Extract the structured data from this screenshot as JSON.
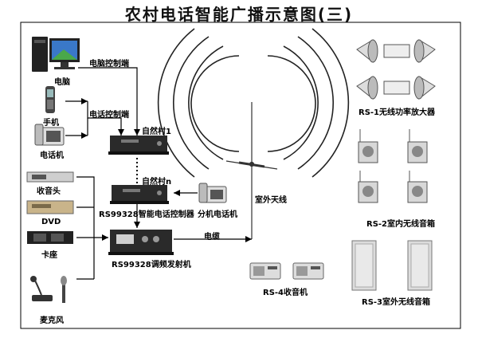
{
  "title": "农村电话智能广播示意图(三)",
  "labels": {
    "computer": "电脑",
    "computer_control": "电脑控制端",
    "mobile": "手机",
    "phone_control": "电话控制端",
    "telephone": "电话机",
    "village_1": "自然村1",
    "village_n": "自然村n",
    "tuner": "收音头",
    "dvd": "DVD",
    "cassette": "卡座",
    "microphone": "麦克风",
    "controller": "RS99328智能电话控制器",
    "extension_phone": "分机电话机",
    "transmitter": "RS99328调频发射机",
    "cable": "电缆",
    "outdoor_antenna": "室外天线",
    "rs1": "RS-1无线功率放大器",
    "rs2": "RS-2室内无线音箱",
    "rs3": "RS-3室外无线音箱",
    "rs4": "RS-4收音机"
  },
  "colors": {
    "line": "#000000",
    "device_dark": "#2a2a2a",
    "device_panel": "#3c3c3c",
    "speaker_body": "#d8d8d8",
    "outdoor_box": "#dcdcdc"
  }
}
